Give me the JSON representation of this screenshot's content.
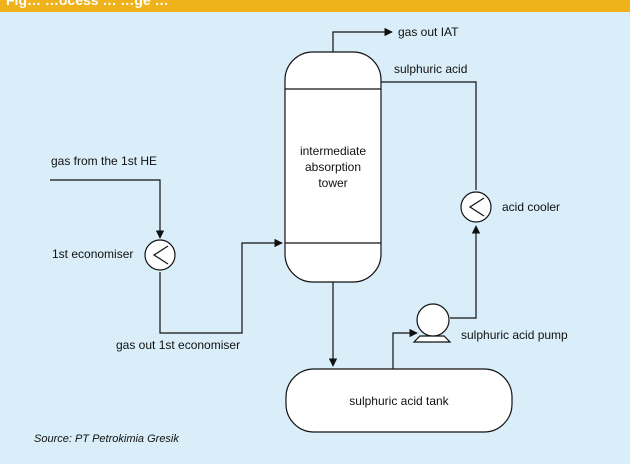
{
  "header": {
    "text": "Fig…  …ocess  …  …ge …"
  },
  "colors": {
    "background": "#d9eef9",
    "header_band": "#f0b21a",
    "vessel_fill": "#ffffff",
    "line": "#111111"
  },
  "equipment": {
    "iat": [
      "intermediate",
      "absorption",
      "tower"
    ],
    "tank": "sulphuric acid tank",
    "economiser": "1st economiser",
    "cooler": "acid cooler",
    "pump": "sulphuric acid pump"
  },
  "streams": {
    "gas_in": "gas from the 1st HE",
    "gas_out_iat": "gas out IAT",
    "acid_out_tower": "sulphuric acid",
    "gas_out_economiser": "gas out 1st economiser"
  },
  "source": "Source: PT Petrokimia Gresik"
}
